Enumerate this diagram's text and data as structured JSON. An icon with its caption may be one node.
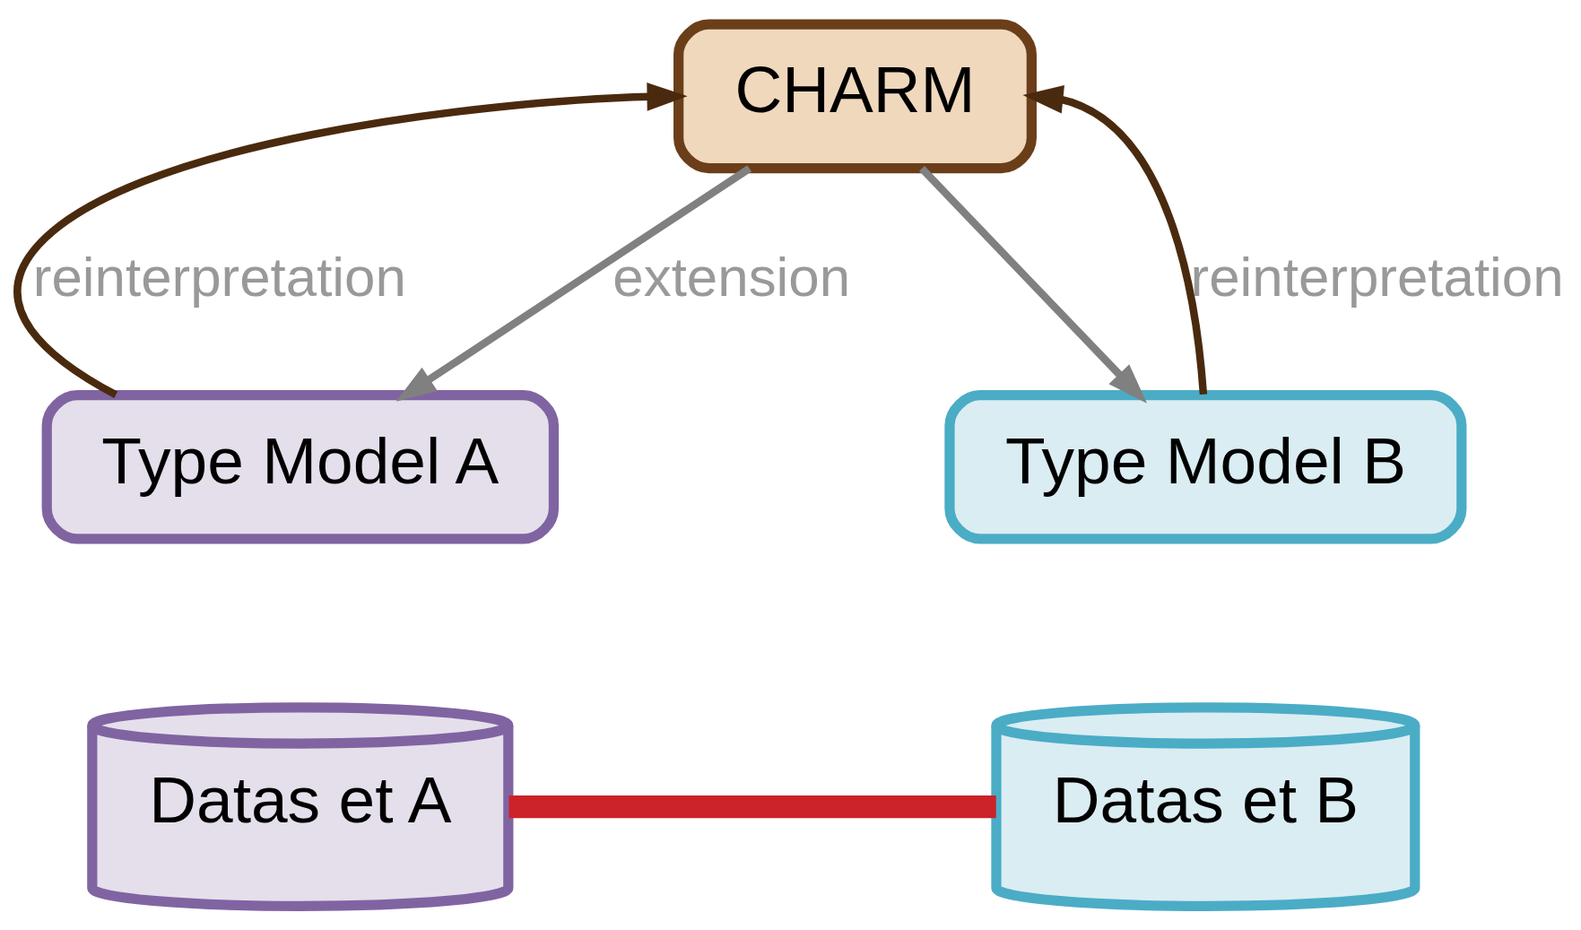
{
  "diagram": {
    "nodes": [
      {
        "text": [
          "CHARM"
        ]
      },
      {
        "text": [
          "Type Model A"
        ]
      },
      {
        "text": [
          "Type Model B"
        ]
      },
      {
        "text": [
          "Datas et A"
        ]
      },
      {
        "text": [
          "Datas et B"
        ]
      }
    ],
    "edges": [
      {
        "from": 1,
        "to": 0,
        "arrow": "to",
        "label": "reinterpretation",
        "color": "#4a2a0e"
      },
      {
        "from": 2,
        "to": 0,
        "arrow": "to",
        "label": "reinterpretation",
        "color": "#4a2a0e"
      },
      {
        "from": 0,
        "to": 1,
        "arrow": "to",
        "label": "extension",
        "color": "#808080"
      },
      {
        "from": 0,
        "to": 2,
        "arrow": "to",
        "color": "#808080"
      },
      {
        "from": 3,
        "to": 4,
        "arrow": "none",
        "style": "thick",
        "color": "#cc2229"
      }
    ]
  }
}
